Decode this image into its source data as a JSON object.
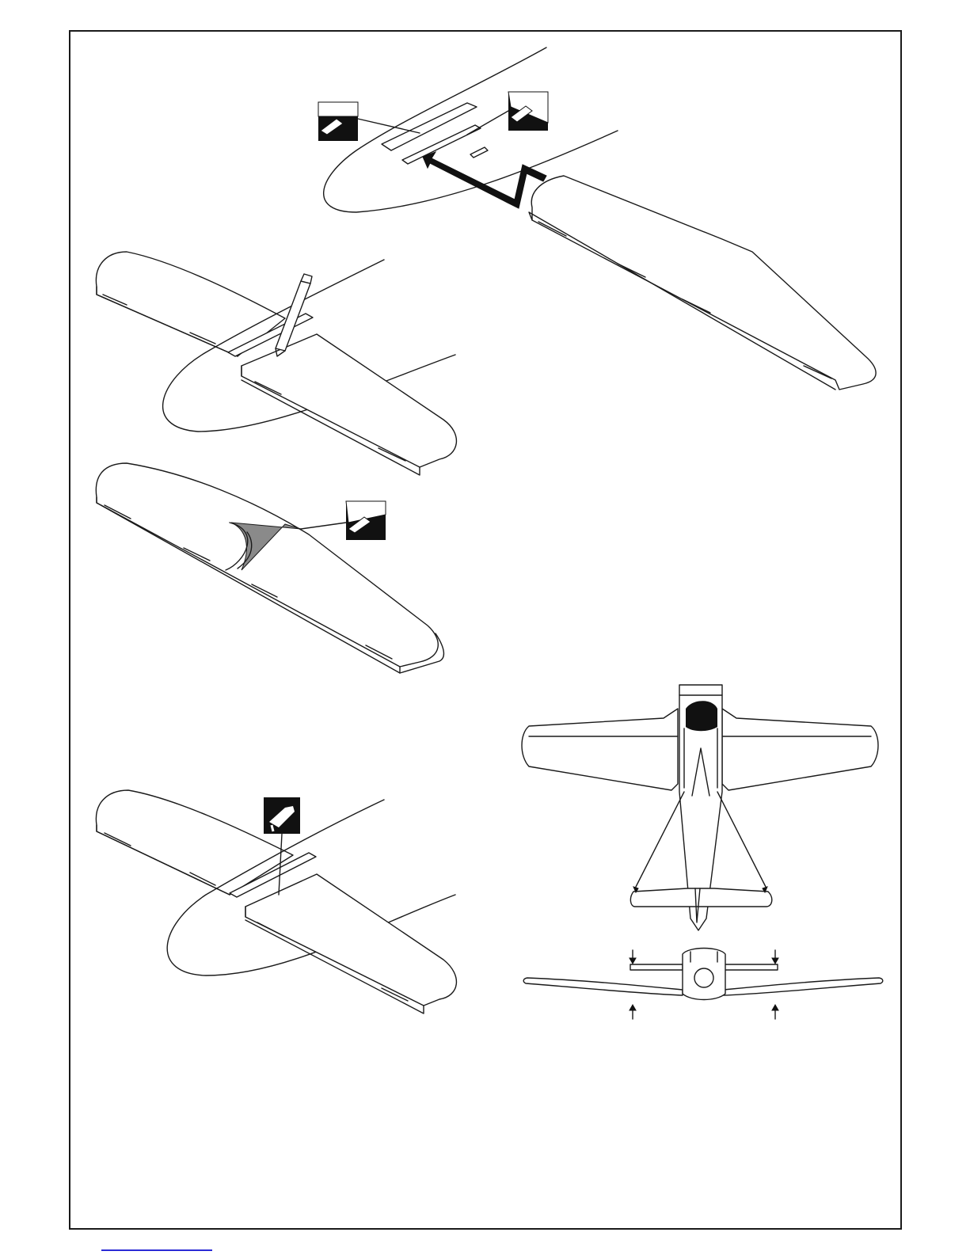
{
  "document": {
    "type": "assembly-instruction-page",
    "colors": {
      "line": "#1a1a1a",
      "glue_gray": "#8a8a8a",
      "link": "#2b2bd6"
    }
  },
  "steps": [
    {
      "id": "fit-wing-halves",
      "icons": [
        "sanding-icon",
        "sanding-icon"
      ]
    },
    {
      "id": "mark-wing-centre",
      "icons": [
        "pencil-icon"
      ]
    },
    {
      "id": "sand-wing-root",
      "icons": [
        "sanding-icon"
      ]
    },
    {
      "id": "glue-wing-halves",
      "icons": [
        "glue-bottle-icon"
      ]
    },
    {
      "id": "check-alignment-top-view",
      "icons": []
    },
    {
      "id": "check-dihedral-front-view",
      "icons": [
        "arrow-down-icon",
        "arrow-up-icon"
      ]
    }
  ]
}
